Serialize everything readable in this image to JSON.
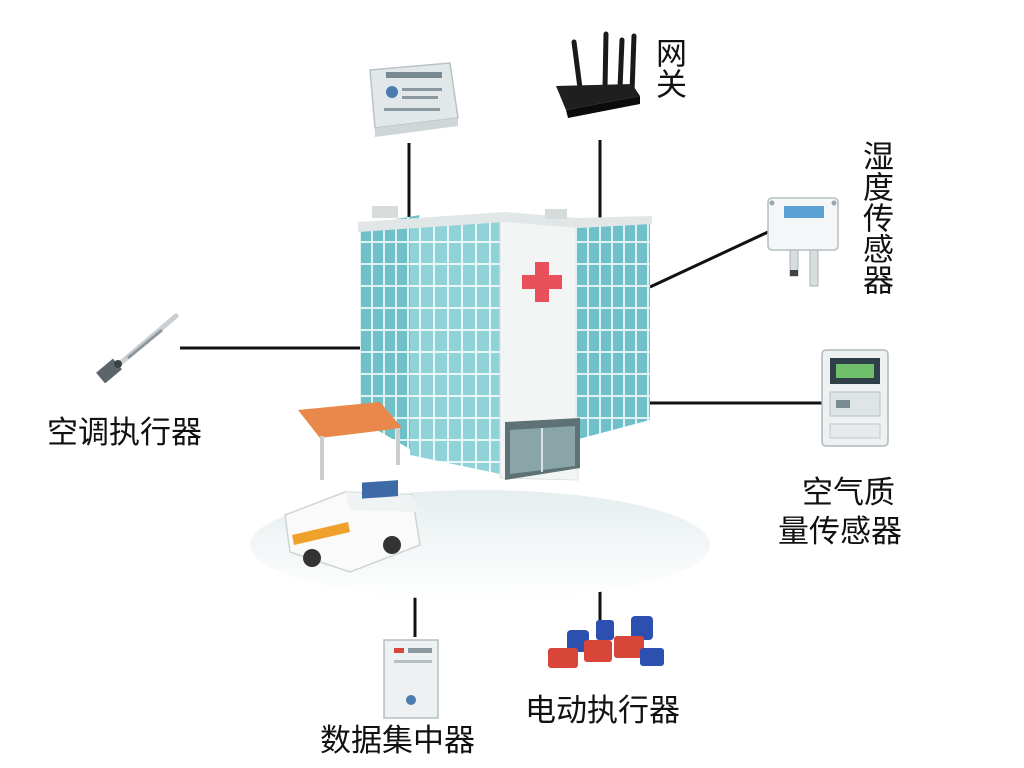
{
  "labels": {
    "gateway": "网关",
    "humidity_sensor": "湿度传感器",
    "air_quality_line1": "空气质",
    "air_quality_line2": "量传感器",
    "ac_actuator": "空调执行器",
    "electric_actuator": "电动执行器",
    "data_concentrator": "数据集中器"
  },
  "colors": {
    "glass": "#8fd3d8",
    "glass_dark": "#5fb5be",
    "wall": "#f2f4f4",
    "cross": "#e8505b",
    "line": "#111111",
    "actuator_blue": "#2d4fb0",
    "actuator_red": "#d8463a"
  },
  "icons": {
    "building": "hospital-building-icon",
    "gateway": "router-antenna-icon",
    "humidity": "humidity-sensor-icon",
    "air_quality": "air-quality-meter-icon",
    "ac": "ac-actuator-probe-icon",
    "electric": "electric-valve-actuator-icon",
    "concentrator": "data-concentrator-box-icon",
    "top_device": "controller-box-icon",
    "ambulance": "ambulance-icon"
  }
}
